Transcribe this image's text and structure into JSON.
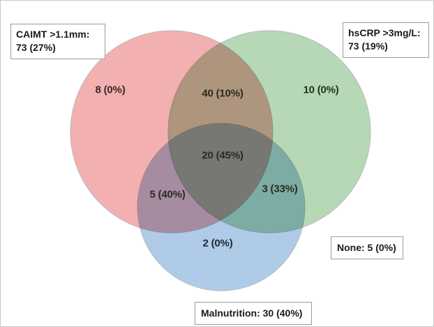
{
  "figure": {
    "type": "venn-diagram",
    "set_count": 3,
    "background_color": "#ffffff",
    "frame_color": "#c8c8c8"
  },
  "chart_data": {
    "type": "venn",
    "title": "",
    "sets": [
      {
        "id": "caimt",
        "name": "CAIMT >1.1mm",
        "label": "CAIMT >1.1mm:\n73 (27%)",
        "count": 73,
        "percent": "27%",
        "color": "#ef9f9f",
        "position": "top-left"
      },
      {
        "id": "hscrp",
        "name": "hsCRP >3mg/L",
        "label": "hsCRP >3mg/L:\n73 (19%)",
        "count": 73,
        "percent": "19%",
        "color": "#a6cfa6",
        "position": "top-right"
      },
      {
        "id": "malnutrition",
        "name": "Malnutrition",
        "label": "Malnutrition: 30 (40%)",
        "count": 30,
        "percent": "40%",
        "color": "#9dbfe3",
        "position": "bottom"
      }
    ],
    "regions": [
      {
        "id": "caimt-only",
        "sets": [
          "caimt"
        ],
        "label": "8 (0%)",
        "count": 8,
        "percent": "0%"
      },
      {
        "id": "caimt-hscrp",
        "sets": [
          "caimt",
          "hscrp"
        ],
        "label": "40 (10%)",
        "count": 40,
        "percent": "10%"
      },
      {
        "id": "hscrp-only",
        "sets": [
          "hscrp"
        ],
        "label": "10 (0%)",
        "count": 10,
        "percent": "0%"
      },
      {
        "id": "all-three",
        "sets": [
          "caimt",
          "hscrp",
          "malnutrition"
        ],
        "label": "20 (45%)",
        "count": 20,
        "percent": "45%"
      },
      {
        "id": "caimt-malnutrition",
        "sets": [
          "caimt",
          "malnutrition"
        ],
        "label": "5 (40%)",
        "count": 5,
        "percent": "40%"
      },
      {
        "id": "hscrp-malnutrition",
        "sets": [
          "hscrp",
          "malnutrition"
        ],
        "label": "3 (33%)",
        "count": 3,
        "percent": "33%"
      },
      {
        "id": "malnutrition-only",
        "sets": [
          "malnutrition"
        ],
        "label": "2 (0%)",
        "count": 2,
        "percent": "0%"
      },
      {
        "id": "none",
        "sets": [],
        "label": "None: 5 (0%)",
        "count": 5,
        "percent": "0%"
      }
    ]
  }
}
